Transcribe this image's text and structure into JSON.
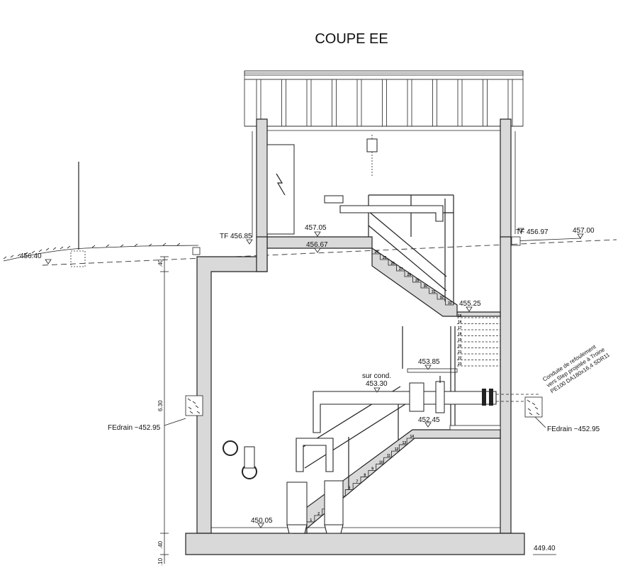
{
  "title": "COUPE EE",
  "levels": {
    "tf_left": "TF 456.85",
    "tf_right": "TF 456.97",
    "terrain_left": "456.40",
    "terrain_right": "457.00",
    "slab_top": "457.05",
    "slab_under": "456.67",
    "landing_upper": "455.25",
    "platform_mid": "453.85",
    "pipe_axis_label": "sur cond.",
    "pipe_axis": "453.30",
    "platform_low": "452.45",
    "floor": "450.05",
    "foundation": "449.40",
    "drain_left": "FEdrain ~452.95",
    "drain_right": "FEdrain ~452.95"
  },
  "dimensions": {
    "top": ".40",
    "height": "6.30",
    "bottom": ".40",
    "base": ".10"
  },
  "pipe_note": {
    "line1": "Conduite de refoulement",
    "line2": "vers Step projetée à Troine",
    "line3": "PE100 DA180x16,4 SDR11"
  },
  "lower_steps": [
    "1",
    "2",
    "3",
    "4",
    "5",
    "6",
    "7",
    "8",
    "9",
    "10",
    "11",
    "12",
    "13",
    "14"
  ],
  "upper_steps": [
    "24",
    "25",
    "26",
    "27",
    "28",
    "29",
    "30",
    "31",
    "32",
    "33"
  ],
  "side_steps": [
    "15",
    "16",
    "17",
    "18",
    "19",
    "20",
    "21",
    "22",
    "23"
  ]
}
